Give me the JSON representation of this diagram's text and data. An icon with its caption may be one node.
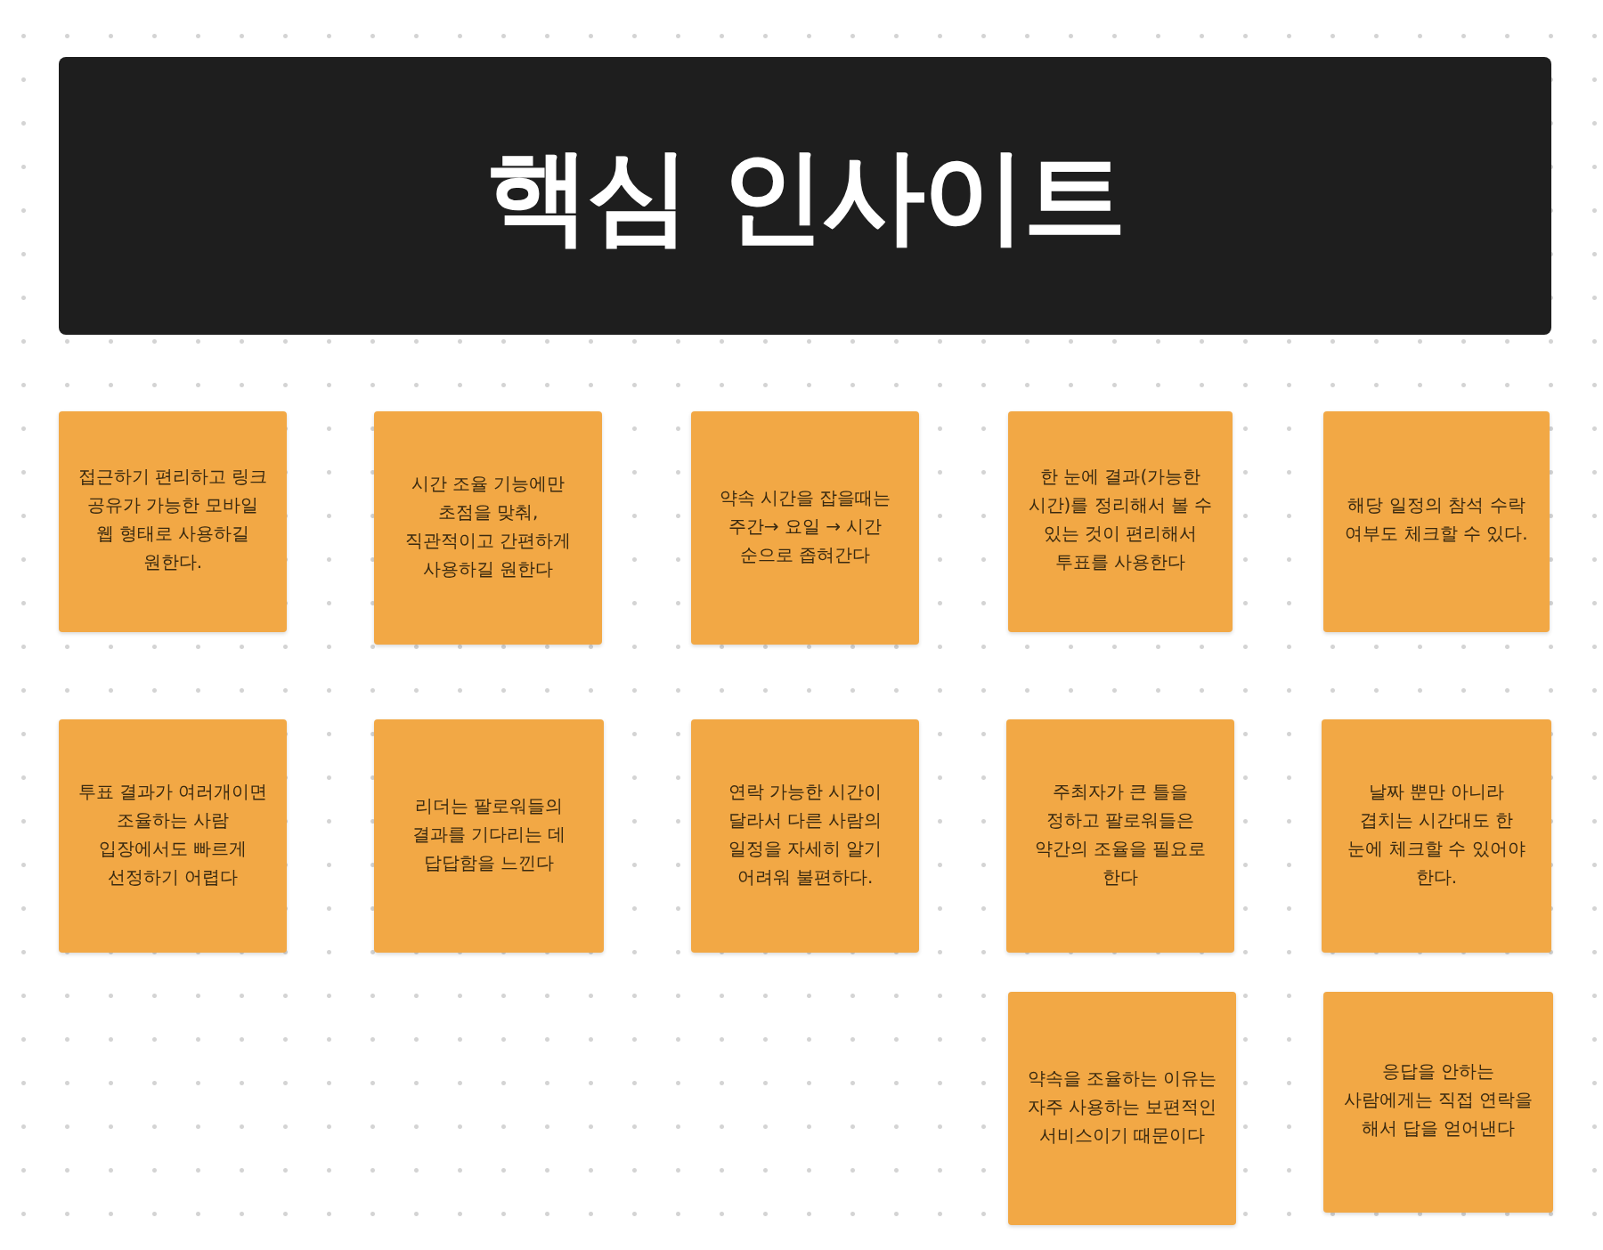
{
  "diagram": {
    "title": "핵심 인사이트",
    "nodes": [
      {
        "text": [
          "접근하기 편리하고 링크 공유가 가능한 모바일 웹 형태로 사용하길 원한다."
        ]
      },
      {
        "text": [
          "시간 조율 기능에만 초점을 맞춰, 직관적이고 간편하게 사용하길 원한다"
        ]
      },
      {
        "text": [
          "약속 시간을 잡을때는 주간→ 요일 → 시간 순으로 좁혀간다"
        ]
      },
      {
        "text": [
          "한 눈에 결과(가능한 시간)를 정리해서 볼 수 있는 것이 편리해서 투표를 사용한다"
        ]
      },
      {
        "text": [
          "해당 일정의 참석 수락 여부도 체크할 수 있다."
        ]
      },
      {
        "text": [
          "투표 결과가 여러개이면 조율하는 사람 입장에서도 빠르게 선정하기 어렵다"
        ]
      },
      {
        "text": [
          "리더는 팔로워들의 결과를 기다리는 데 답답함을 느낀다"
        ]
      },
      {
        "text": [
          "연락 가능한 시간이 달라서 다른 사람의 일정을 자세히 알기 어려워 불편하다."
        ]
      },
      {
        "text": [
          "주최자가 큰 틀을 정하고 팔로워들은 약간의 조율을 필요로 한다"
        ]
      },
      {
        "text": [
          "날짜 뿐만 아니라 겹치는 시간대도 한 눈에 체크할 수 있어야 한다."
        ]
      },
      {
        "text": [
          "약속을 조율하는 이유는 자주 사용하는 보편적인 서비스이기 때문이다"
        ]
      },
      {
        "text": [
          "응답을 안하는 사람에게는 직접 연락을 해서 답을 얻어낸다"
        ]
      }
    ]
  }
}
